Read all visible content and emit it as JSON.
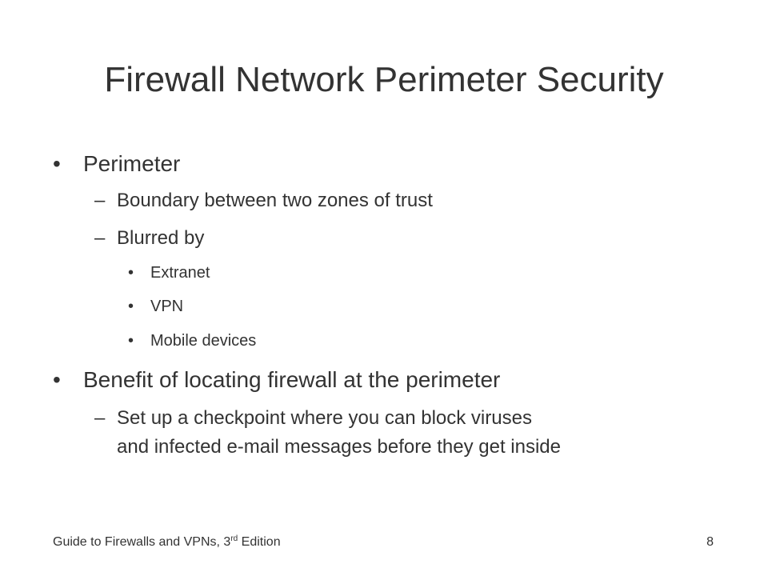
{
  "slide": {
    "title": "Firewall Network Perimeter Security",
    "bullets": [
      {
        "level": 1,
        "marker": "•",
        "text": "Perimeter"
      },
      {
        "level": 2,
        "marker": "–",
        "text": "Boundary between two zones of trust"
      },
      {
        "level": 2,
        "marker": "–",
        "text": "Blurred by"
      },
      {
        "level": 3,
        "marker": "•",
        "text": "Extranet"
      },
      {
        "level": 3,
        "marker": "•",
        "text": "VPN"
      },
      {
        "level": 3,
        "marker": "•",
        "text": "Mobile devices"
      },
      {
        "level": 1,
        "marker": "•",
        "text": "Benefit of locating firewall at the perimeter"
      },
      {
        "level": 2,
        "marker": "–",
        "text": "Set up a checkpoint where you can block viruses",
        "continuation": "and infected e-mail messages before they get inside"
      }
    ]
  },
  "footer": {
    "book_prefix": "Guide to Firewalls and VPNs, 3",
    "book_superscript": "rd",
    "book_suffix": " Edition",
    "page_number": "8"
  }
}
